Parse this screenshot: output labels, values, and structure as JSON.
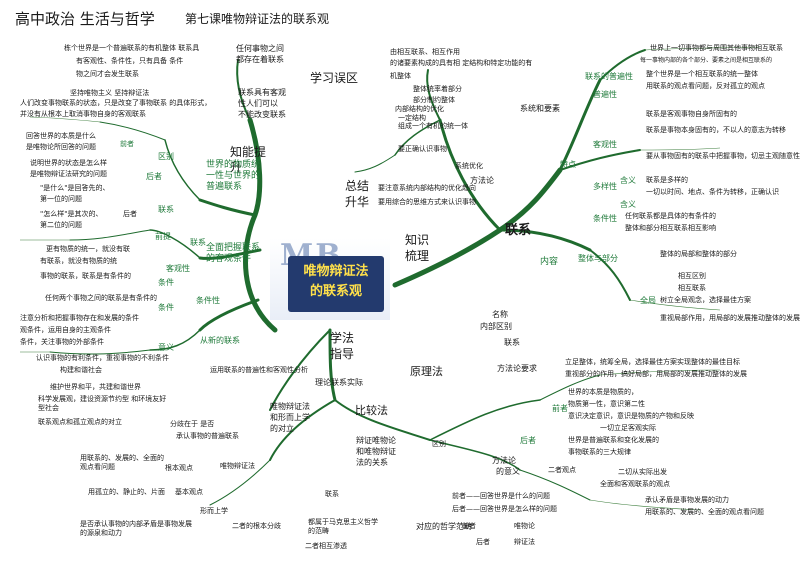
{
  "title": {
    "main": "高中政治 生活与哲学",
    "lesson": "第七课唯物辩证法的联系观"
  },
  "center": {
    "logo_mark": "MB",
    "logo_line1": "唯物辩证法",
    "logo_line2": "的联系观"
  },
  "hubs": {
    "xuexi_wuqu": "学习误区",
    "zongjie_shengsheng": "总结\n升华",
    "zhishi_shuli": "知识\n梳理",
    "xuefa_zhidao": "学法\n指导",
    "lianxi": "联系",
    "zhinengti": "知能提\n升",
    "yuanli": "原理法",
    "bijiaofa": "比较法",
    "lilun_lianxi_shiji": "理论联系实际"
  },
  "left_top": [
    "栋个世界是一个普遍联系的有机整体 联系具",
    "有客观性、条件性，只有具备 条件",
    "物之间才会发生联系",
    "坚持唯物主义 坚持辩证法",
    "人们改变事物联系的状态，只是改变了事物联系 的具体形式，",
    "并没有从根本上取消事物自身的客观联系"
  ],
  "left_top_right": [
    "任何事物之间",
    "都存在着联系",
    "联系具有客观",
    "性人们可以",
    "不能改变联系"
  ],
  "left_mid": [
    "回答世界的本质是什么",
    "是唯物论所回答的问题",
    "说明世界的状态是怎么样",
    "是唯物辩证法研究的问题",
    "\"是什么\"是回答先的、",
    "第一位的问题",
    "\"怎么样\"是其次的、",
    "后者",
    "第二位的问题",
    "更有物质的统一，就没有联",
    "有联系，就没有物质的统",
    "事物的联系，联系是有条件的",
    "任何两个事物之间的联系是有条件的",
    "注意分析和把握事物存在和发展的条件",
    "观条件，运用自身的主观条件",
    "条件，关注事物的外部条件",
    "认识事物的有利条件，重视事物的不利条件",
    "构建和谐社会"
  ],
  "left_mid_labels": [
    "前者",
    "区别",
    "联系",
    "后者",
    "前提",
    "联系",
    "条件",
    "条件",
    "意义",
    "世界的物质统一性与世界的普遍联系",
    "全面把握联系的客观条件",
    "客观性",
    "条件性",
    "从新的联系"
  ],
  "left_bottom": [
    "运用联系的普遍性和客观性分析",
    "维护世界和平，共建和谐世界",
    "科学发展观，建设资源节约型 和环境友好型社会",
    "联系观点和孤立观点的对立",
    "分歧在于 是否",
    "承认事物的普遍联系",
    "唯物辩证法",
    "用联系的、发展的、全面的观点看问题",
    "根本观点",
    "用孤立的、静止的、片面",
    "二者的根本分歧",
    "是否承认事物的内部矛盾是事物发展的源泉和动力",
    "基本观点",
    "形而上学"
  ],
  "mid_col": [
    "由相互联系、相互作用",
    "的诸要素构成的具有相 定结构和特定功能的有",
    "机整体",
    "系统和要素",
    "整体统率着部分",
    "部分制约整体",
    "内部结构的优化",
    "组成一个有机的统一体",
    "一定结构",
    "要正确认识事物",
    "要用综合的思维方式来认识事物",
    "系统优化",
    "方法论",
    "要注意系统内部结构的优化趋向"
  ],
  "right_top": [
    "世界上一切事物都与周围其他事物相互联系",
    "每一事物内部的各个部分、要素之间是相互联系的",
    "整个世界是一个相互联系的统一整体",
    "联系的普遍性",
    "用联系的观点看问题，反对孤立的观点",
    "联系是事物本身固有的，不以人的意志为转移",
    "联系是客观事物自身所固有的",
    "要从事物固有的联系中把握事物，切忌主观随意性",
    "联系是多样的",
    "一切以时间、地点、条件为转移，正确认识",
    "任何联系都是具体的有条件的"
  ],
  "right_mid": [
    "整体和部分相互联系相互影响",
    "特点",
    "普遍性",
    "客观性",
    "多样性",
    "条件性",
    "整体与部分",
    "相互区别",
    "相互联系",
    "整体的局部和整体的部分",
    "树立全局观念，选择最佳方案",
    "重视局部作用，用局部的发展推动整体的发展"
  ],
  "right_bottom": [
    "立足整体，统筹全局，选择最佳方案实现整体的最佳目标",
    "重视部分的作用，搞好局部，用局部的发展推动整体的发展",
    "世界的本质是物质的，",
    "物质第一性，意识第二性",
    "意识决定意识，意识是物质的产物和反映",
    "一切立足客观实际",
    "世界是普遍联系和变化发展的",
    "事物联系的三大规律",
    "二者观点",
    "二切从实际出发",
    "全面和客观联系的观点",
    "承认矛盾是事物发展的动力",
    "用联系的、发展的、全面的观点看问题",
    "前者",
    "后者"
  ],
  "bottom_mid": [
    "唯物辩证法",
    "和形而上学",
    "的对立",
    "辩证唯物论",
    "和唯物辩证",
    "法的关系",
    "区别",
    "联系",
    "都属于马克思主义哲学的范畴",
    "二者相互渗透",
    "对应的哲学范畴",
    "前者",
    "后者",
    "唯物论",
    "辩证法",
    "前者——回答世界是什么的问题",
    "后者——回答世界是怎么样的问题"
  ],
  "misc": [
    "名称",
    "内部区别",
    "联系",
    "方法论要求",
    "方法论",
    "的意义",
    "全局",
    "含义",
    "含义",
    "内容"
  ]
}
